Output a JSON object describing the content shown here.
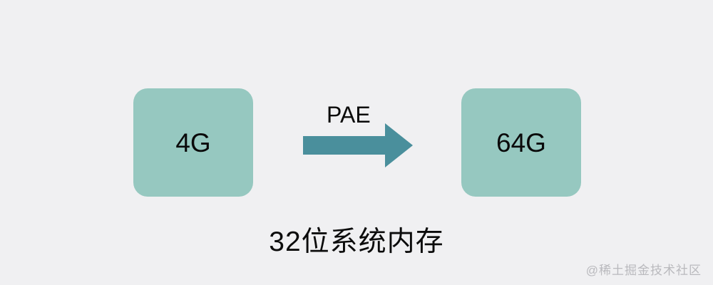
{
  "diagram": {
    "background_color": "#f0f0f2",
    "title": "32位系统内存",
    "box_color": "#96c8c0",
    "arrow_color": "#4a8f9c",
    "before": {
      "label": "4G",
      "name": "memory-before"
    },
    "after": {
      "label": "64G",
      "name": "memory-after"
    },
    "transition": {
      "label": "PAE",
      "icon": "right-arrow-icon"
    }
  },
  "watermark": {
    "text": "@稀土掘金技术社区"
  }
}
